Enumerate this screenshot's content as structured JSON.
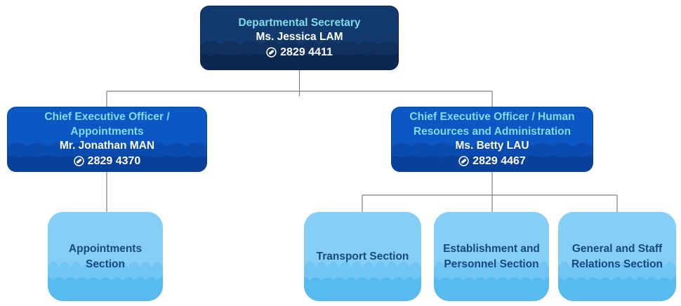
{
  "chart_title": "",
  "colors": {
    "page_background": "#FFFFFF",
    "dark_box": "#133A6F",
    "dark_wave_1": "#10305E",
    "dark_wave_2": "#0C2850",
    "mid_box": "#0B58C5",
    "mid_wave_1": "#0A4BB0",
    "mid_wave_2": "#09409A",
    "light_box": "#85CEF5",
    "light_wave_1": "#6FC5F3",
    "light_wave_2": "#58BBEF",
    "title_text": "#7EDDEC",
    "person_text": "#FFFFFF",
    "section_text": "#17497E",
    "connector_line": "#7F7F7F"
  },
  "icons": {
    "phone": "circled-telephone-receiver"
  },
  "nodes": {
    "secretary": {
      "title": "Departmental Secretary",
      "name": "Ms. Jessica LAM",
      "phone": "2829 4411"
    },
    "ceo_appointments": {
      "title": "Chief Executive Officer / Appointments",
      "name": "Mr. Jonathan MAN",
      "phone": "2829 4370"
    },
    "ceo_hr": {
      "title": "Chief Executive Officer / Human Resources and Administration",
      "name": "Ms. Betty LAU",
      "phone": "2829 4467"
    },
    "sections": {
      "appointments": {
        "label": "Appointments Section"
      },
      "transport": {
        "label": "Transport Section"
      },
      "establishment": {
        "label": "Establishment and Personnel Section"
      },
      "general": {
        "label": "General and Staff Relations Section"
      }
    }
  }
}
